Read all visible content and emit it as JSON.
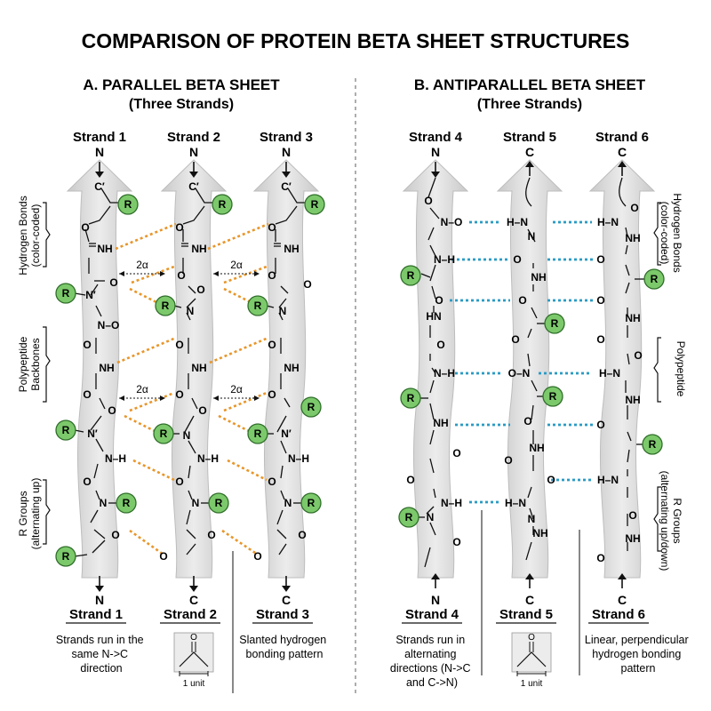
{
  "title": "COMPARISON OF PROTEIN BETA SHEET STRUCTURES",
  "panel_a": {
    "title": "A. PARALLEL BETA SHEET",
    "subtitle": "(Three Strands)",
    "strands": [
      "Strand 1",
      "Strand 2",
      "Strand 3"
    ],
    "side_labels": [
      {
        "text": "Hydrogen Bonds",
        "sub": "(color-coded)"
      },
      {
        "text": "Polypeptide",
        "sub": "Backbones"
      },
      {
        "text": "R Groups",
        "sub": "(alternating up)"
      }
    ],
    "spacing_label": "2α",
    "notes": [
      "Strands run in the same N->C direction",
      "Slanted hydrogen bonding pattern"
    ],
    "unit_label": "1 unit"
  },
  "panel_b": {
    "title": "B. ANTIPARALLEL BETA SHEET",
    "subtitle": "(Three Strands)",
    "strands": [
      "Strand 4",
      "Strand 5",
      "Strand 6"
    ],
    "side_labels": [
      {
        "text": "Hydrogen Bonds",
        "sub": "(color-coded)"
      },
      {
        "text": "Polypeptide",
        "sub": ""
      },
      {
        "text": "R Groups",
        "sub": "(alternating up/down)"
      }
    ],
    "notes": [
      "Strands run in alternating directions (N->C and C->N)",
      "Linear, perpendicular hydrogen bonding pattern"
    ],
    "unit_label": "1 unit"
  },
  "colors": {
    "hbond_parallel": "#e8962a",
    "hbond_antiparallel": "#2a9bc4",
    "r_group": "#7cc96b",
    "backbone_arrow": "#d6d6d6"
  }
}
